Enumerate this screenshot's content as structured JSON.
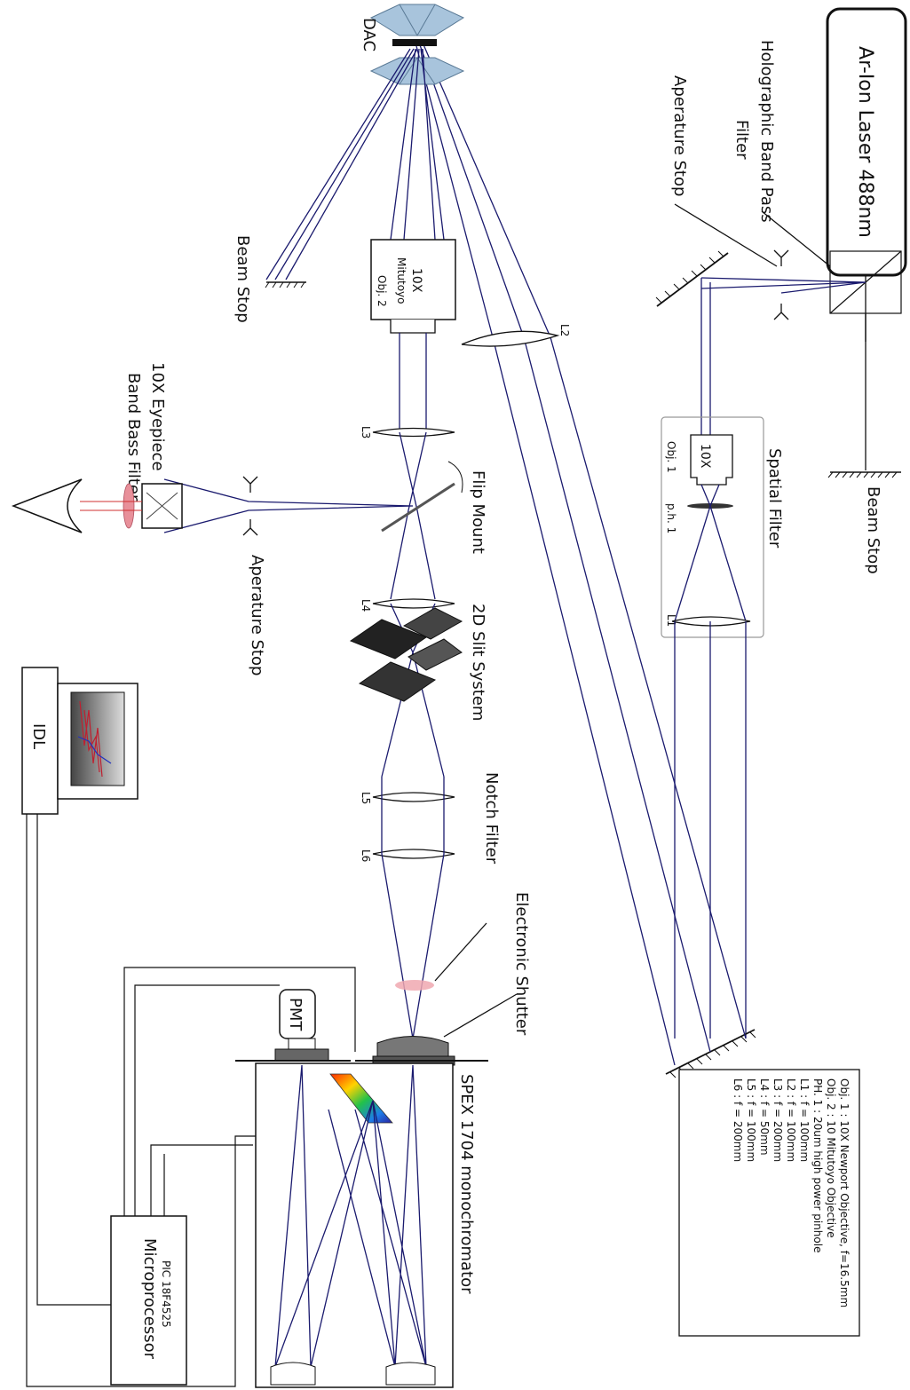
{
  "diagram": {
    "laser": "Ar-Ion Laser 488nm",
    "holo_filter": "Holographic Band Pass",
    "holo_filter_2": "Filter",
    "aperture_stop_top": "Aperature Stop",
    "beam_stop_top": "Beam Stop",
    "spatial_filter": "Spatial Filter",
    "obj1": "Obj. 1",
    "obj1_mag": "10X",
    "ph1": "p.h. 1",
    "l1": "L1",
    "l2": "L2",
    "l3": "L3",
    "l4": "L4",
    "l5": "L5",
    "l6": "L6",
    "dac": "DAC",
    "beam_stop_left": "Beam Stop",
    "obj2_mag": "10X",
    "obj2_brand": "Mitutoyo",
    "obj2": "Obj. 2",
    "flip_mount": "Flip Mount",
    "eyepiece": "10X Eyepiece",
    "band_pass": "Band Bass Filter",
    "aperture_stop_mid": "Aperature Stop",
    "slit_system": "2D Slit System",
    "notch_filter": "Notch Filter",
    "shutter": "Electronic Shutter",
    "pmt": "PMT",
    "spex": "SPEX 1704 monochromator",
    "idl": "IDL",
    "micro": "Microprocessor",
    "pic": "PIC 18F4525"
  },
  "legend": [
    "Obj. 1 : 10X Newport Objective, f=16.5mm",
    "Obj. 2 : 10 Mitutoyo Objective",
    "PH. 1 : 20um high power pinhole",
    "L1 : f = 100mm",
    "L2 : f = 100mm",
    "L3 : f = 200mm",
    "L4 : f = 50mm",
    "L5 : f = 100mm",
    "L6 : f = 200mm"
  ],
  "colors": {
    "beam": "#1a1a6e",
    "filter": "#e8909a"
  }
}
